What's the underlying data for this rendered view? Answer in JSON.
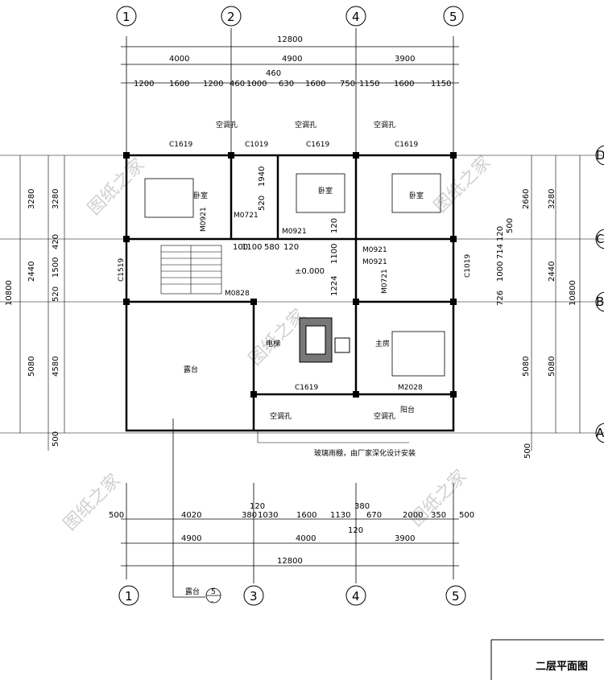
{
  "axes": {
    "top": [
      "1",
      "2",
      "4",
      "5"
    ],
    "bottom": [
      "1",
      "3",
      "4",
      "5"
    ],
    "right": [
      "D",
      "C",
      "B",
      "A"
    ]
  },
  "dims_top": {
    "overall": "12800",
    "row2": [
      "4000",
      "4900",
      "3900"
    ],
    "row1_small": "460",
    "row1": [
      "1200",
      "1600",
      "1200",
      "460",
      "1000",
      "630",
      "1600",
      "750",
      "1150",
      "1600",
      "1150"
    ]
  },
  "dims_bottom": {
    "row1": [
      "500",
      "4020",
      "380",
      "1030",
      "1600",
      "1130",
      "670",
      "2000",
      "350",
      "500"
    ],
    "small": [
      "120",
      "380",
      "120"
    ],
    "row2": [
      "4900",
      "4000",
      "3900"
    ],
    "overall": "12800"
  },
  "dims_left": {
    "outer": [
      "3280",
      "2440",
      "5080",
      "500"
    ],
    "outer_total": "10800",
    "inner": [
      "3280",
      "420",
      "1500",
      "520",
      "4580"
    ]
  },
  "dims_right": {
    "outer": [
      "3280",
      "2440",
      "5080",
      "500"
    ],
    "outer_total": "10800",
    "inner": [
      "2660",
      "120",
      "500",
      "714",
      "1000",
      "726",
      "5080"
    ]
  },
  "interior_dims": [
    "1940",
    "520",
    "100",
    "1100",
    "580",
    "120",
    "120",
    "1224",
    "1100"
  ],
  "windows": [
    "C1619",
    "C1019",
    "C1619",
    "C1619",
    "C1519",
    "C1019",
    "C1619"
  ],
  "doors": [
    "M0921",
    "M0721",
    "M0921",
    "M0921",
    "M0921",
    "M0721",
    "M0828",
    "M2028"
  ],
  "ac_holes": [
    "空调孔",
    "空调孔",
    "空调孔",
    "空调孔",
    "空调孔"
  ],
  "rooms": [
    "卧室",
    "卧室",
    "卧室",
    "主房",
    "露台",
    "阳台",
    "电梯"
  ],
  "level": "±0.000",
  "note": "玻璃雨棚，由厂家深化设计安装",
  "section_mark": {
    "label": "露台",
    "num": "5",
    "sub": "-"
  },
  "title": "二层平面图",
  "watermark": "图纸之家"
}
